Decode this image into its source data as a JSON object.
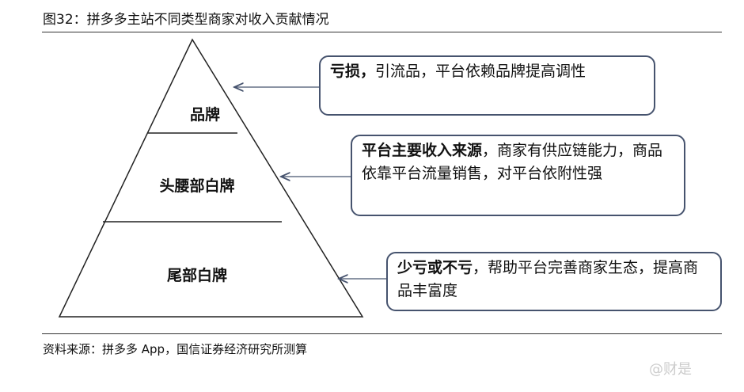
{
  "title": "图32：拼多多主站不同类型商家对收入贡献情况",
  "pyramid": {
    "levels": [
      "品牌",
      "头腰部白牌",
      "尾部白牌"
    ]
  },
  "callouts": [
    {
      "bold": "亏损，",
      "text": "引流品，平台依赖品牌提高调性"
    },
    {
      "bold": "平台主要收入来源",
      "text": "，商家有供应链能力，商品依靠平台流量销售，对平台依附性强"
    },
    {
      "bold": "少亏或不亏",
      "text": "，帮助平台完善商家生态，提高商品丰富度"
    }
  ],
  "source": "资料来源：拼多多 App，国信证券经济研究所测算",
  "watermark": "@财是",
  "colors": {
    "box_border": "#46536e"
  }
}
